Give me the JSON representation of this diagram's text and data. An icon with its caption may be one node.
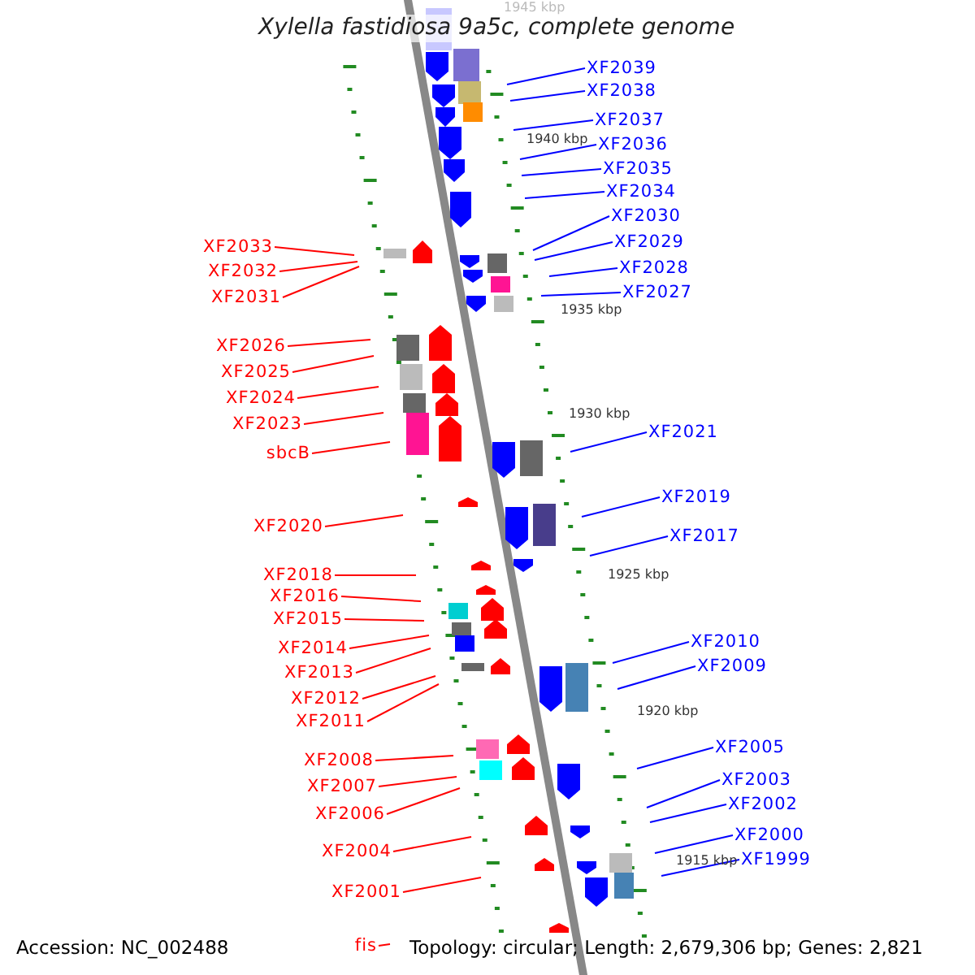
{
  "diagram": {
    "title": "Xylella fastidiosa 9a5c, complete genome",
    "nodes": [
      {
        "text": [
          "XF2039"
        ]
      },
      {
        "text": [
          "XF2038"
        ]
      },
      {
        "text": [
          "XF2037"
        ]
      },
      {
        "text": [
          "XF2036"
        ]
      },
      {
        "text": [
          "XF2035"
        ]
      },
      {
        "text": [
          "XF2034"
        ]
      },
      {
        "text": [
          "XF2030"
        ]
      },
      {
        "text": [
          "XF2029"
        ]
      },
      {
        "text": [
          "XF2033"
        ]
      },
      {
        "text": [
          "XF2028"
        ]
      },
      {
        "text": [
          "XF2032"
        ]
      },
      {
        "text": [
          "XF2027"
        ]
      },
      {
        "text": [
          "XF2031"
        ]
      },
      {
        "text": [
          "XF2026"
        ]
      },
      {
        "text": [
          "XF2025"
        ]
      },
      {
        "text": [
          "XF2024"
        ]
      },
      {
        "text": [
          "XF2023"
        ]
      },
      {
        "text": [
          "XF2021"
        ]
      },
      {
        "text": [
          "sbcB"
        ]
      },
      {
        "text": [
          "XF2019"
        ]
      },
      {
        "text": [
          "XF2020"
        ]
      },
      {
        "text": [
          "XF2017"
        ]
      },
      {
        "text": [
          "XF2018"
        ]
      },
      {
        "text": [
          "XF2016"
        ]
      },
      {
        "text": [
          "XF2015"
        ]
      },
      {
        "text": [
          "XF2010"
        ]
      },
      {
        "text": [
          "XF2014"
        ]
      },
      {
        "text": [
          "XF2009"
        ]
      },
      {
        "text": [
          "XF2013"
        ]
      },
      {
        "text": [
          "XF2012"
        ]
      },
      {
        "text": [
          "XF2011"
        ]
      },
      {
        "text": [
          "XF2005"
        ]
      },
      {
        "text": [
          "XF2008"
        ]
      },
      {
        "text": [
          "XF2003"
        ]
      },
      {
        "text": [
          "XF2007"
        ]
      },
      {
        "text": [
          "XF2002"
        ]
      },
      {
        "text": [
          "XF2006"
        ]
      },
      {
        "text": [
          "XF2000"
        ]
      },
      {
        "text": [
          "XF2004"
        ]
      },
      {
        "text": [
          "XF1999"
        ]
      },
      {
        "text": [
          "XF2001"
        ]
      },
      {
        "text": [
          "fis"
        ]
      }
    ],
    "edges": [
      {
        "from": 0,
        "to": null,
        "arrow": "none",
        "color": "#0000ff"
      },
      {
        "from": 1,
        "to": null,
        "arrow": "none",
        "color": "#0000ff"
      },
      {
        "from": 2,
        "to": null,
        "arrow": "none",
        "color": "#0000ff"
      },
      {
        "from": 3,
        "to": null,
        "arrow": "none",
        "color": "#0000ff"
      },
      {
        "from": 4,
        "to": null,
        "arrow": "none",
        "color": "#0000ff"
      },
      {
        "from": 5,
        "to": null,
        "arrow": "none",
        "color": "#0000ff"
      },
      {
        "from": 6,
        "to": null,
        "arrow": "none",
        "color": "#0000ff"
      },
      {
        "from": 7,
        "to": null,
        "arrow": "none",
        "color": "#0000ff"
      },
      {
        "from": 8,
        "to": null,
        "arrow": "none"
      },
      {
        "from": 9,
        "to": null,
        "arrow": "none",
        "color": "#0000ff"
      },
      {
        "from": 10,
        "to": null,
        "arrow": "none"
      },
      {
        "from": 11,
        "to": null,
        "arrow": "none",
        "color": "#0000ff"
      },
      {
        "from": 12,
        "to": null,
        "arrow": "none"
      },
      {
        "from": 13,
        "to": null,
        "arrow": "none"
      },
      {
        "from": 14,
        "to": null,
        "arrow": "none"
      },
      {
        "from": 15,
        "to": null,
        "arrow": "none"
      },
      {
        "from": 16,
        "to": null,
        "arrow": "none"
      },
      {
        "from": 17,
        "to": null,
        "arrow": "none",
        "color": "#0000ff"
      },
      {
        "from": 18,
        "to": null,
        "arrow": "none"
      },
      {
        "from": 19,
        "to": null,
        "arrow": "none",
        "color": "#0000ff"
      },
      {
        "from": 20,
        "to": null,
        "arrow": "none"
      },
      {
        "from": 21,
        "to": null,
        "arrow": "none",
        "color": "#0000ff"
      },
      {
        "from": 22,
        "to": null,
        "arrow": "none"
      },
      {
        "from": 23,
        "to": null,
        "arrow": "none"
      },
      {
        "from": 24,
        "to": null,
        "arrow": "none"
      },
      {
        "from": 25,
        "to": null,
        "arrow": "none",
        "color": "#0000ff"
      },
      {
        "from": 26,
        "to": null,
        "arrow": "none"
      },
      {
        "from": 27,
        "to": null,
        "arrow": "none",
        "color": "#0000ff"
      },
      {
        "from": 28,
        "to": null,
        "arrow": "none"
      },
      {
        "from": 29,
        "to": null,
        "arrow": "none"
      },
      {
        "from": 30,
        "to": null,
        "arrow": "none"
      },
      {
        "from": 31,
        "to": null,
        "arrow": "none",
        "color": "#0000ff"
      },
      {
        "from": 32,
        "to": null,
        "arrow": "none"
      },
      {
        "from": 33,
        "to": null,
        "arrow": "none",
        "color": "#0000ff"
      },
      {
        "from": 34,
        "to": null,
        "arrow": "none"
      },
      {
        "from": 35,
        "to": null,
        "arrow": "none",
        "color": "#0000ff"
      },
      {
        "from": 36,
        "to": null,
        "arrow": "none"
      },
      {
        "from": 37,
        "to": null,
        "arrow": "none",
        "color": "#0000ff"
      },
      {
        "from": 38,
        "to": null,
        "arrow": "none"
      },
      {
        "from": 39,
        "to": null,
        "arrow": "none",
        "color": "#0000ff"
      },
      {
        "from": 40,
        "to": null,
        "arrow": "none"
      },
      {
        "from": 41,
        "to": null,
        "arrow": "none"
      }
    ],
    "labels": [
      "1945 kbp",
      "1940 kbp",
      "1935 kbp",
      "1930 kbp",
      "1925 kbp",
      "1920 kbp",
      "1915 kbp",
      "Accession: NC_002488",
      "Topology: circular; Length: 2,679,306 bp; Genes: 2,821"
    ]
  }
}
